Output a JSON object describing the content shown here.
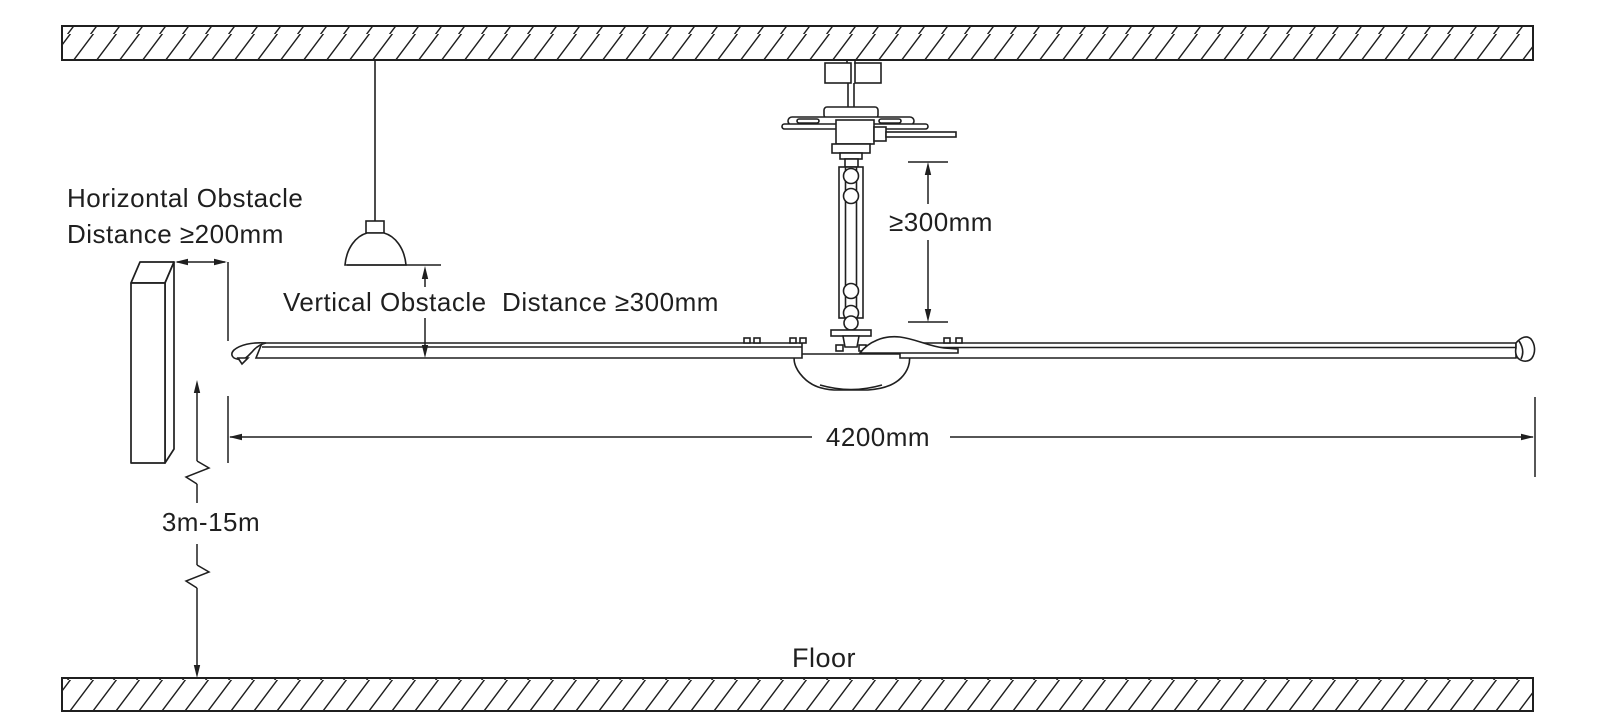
{
  "diagram": {
    "labels": {
      "horizontal_obstacle_line1": "Horizontal Obstacle",
      "horizontal_obstacle_line2": "Distance ≥200mm",
      "vertical_obstacle": "Vertical Obstacle  Distance ≥300mm",
      "downrod_clearance": "≥300mm",
      "fan_diameter": "4200mm",
      "mounting_height": "3m-15m",
      "floor": "Floor"
    },
    "colors": {
      "line": "#1f1f1f",
      "background": "#ffffff"
    }
  }
}
